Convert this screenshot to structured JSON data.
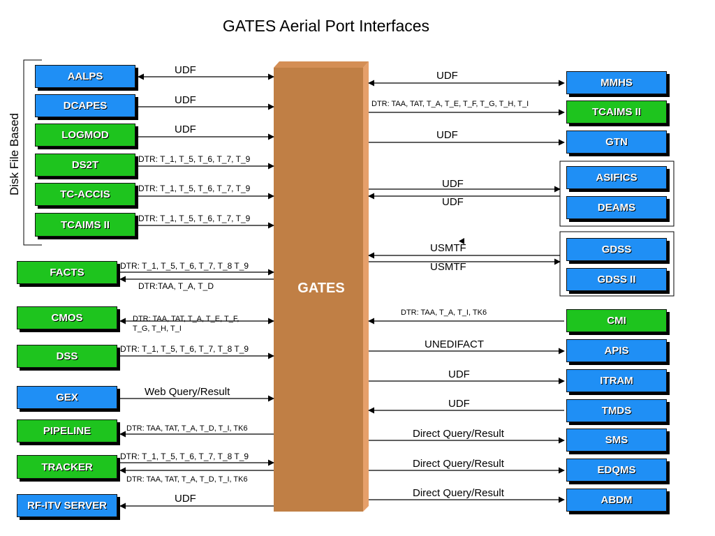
{
  "title": "GATES Aerial Port Interfaces",
  "group_label": "Disk File Based",
  "center_label": "GATES",
  "colors": {
    "blue": "#1f8ff5",
    "green": "#1ec41e",
    "core": "#c07f45",
    "core_side": "#e6a06a"
  },
  "left_boxes": [
    "AALPS",
    "DCAPES",
    "LOGMOD",
    "DS2T",
    "TC-ACCIS",
    "TCAIMS II",
    "FACTS",
    "CMOS",
    "DSS",
    "GEX",
    "PIPELINE",
    "TRACKER",
    "RF-ITV SERVER"
  ],
  "right_boxes": [
    "MMHS",
    "TCAIMS II",
    "GTN",
    "ASIFICS",
    "DEAMS",
    "GDSS",
    "GDSS II",
    "CMI",
    "APIS",
    "ITRAM",
    "TMDS",
    "SMS",
    "EDQMS",
    "ABDM"
  ],
  "left_labels": [
    "UDF",
    "UDF",
    "UDF",
    "DTR: T_1, T_5, T_6, T_7, T_9",
    "DTR: T_1, T_5, T_6, T_7, T_9",
    "DTR: T_1, T_5, T_6, T_7, T_9",
    "DTR: T_1, T_5, T_6, T_7, T_8 T_9",
    "DTR:TAA, T_A, T_D",
    "DTR: TAA, TAT, T_A, T_E, T_F,",
    "T_G, T_H, T_I",
    "DTR: T_1, T_5, T_6, T_7, T_8 T_9",
    "Web Query/Result",
    "DTR: TAA, TAT, T_A, T_D, T_I, TK6",
    "DTR: T_1, T_5, T_6, T_7, T_8 T_9",
    "DTR: TAA, TAT, T_A, T_D, T_I, TK6",
    "UDF"
  ],
  "right_labels": [
    "UDF",
    "DTR: TAA, TAT, T_A, T_E, T_F, T_G, T_H, T_I",
    "UDF",
    "UDF",
    "UDF",
    "USMTF",
    "USMTF",
    "DTR: TAA, T_A, T_I, TK6",
    "UNEDIFACT",
    "UDF",
    "UDF",
    "Direct Query/Result",
    "Direct Query/Result",
    "Direct Query/Result"
  ]
}
